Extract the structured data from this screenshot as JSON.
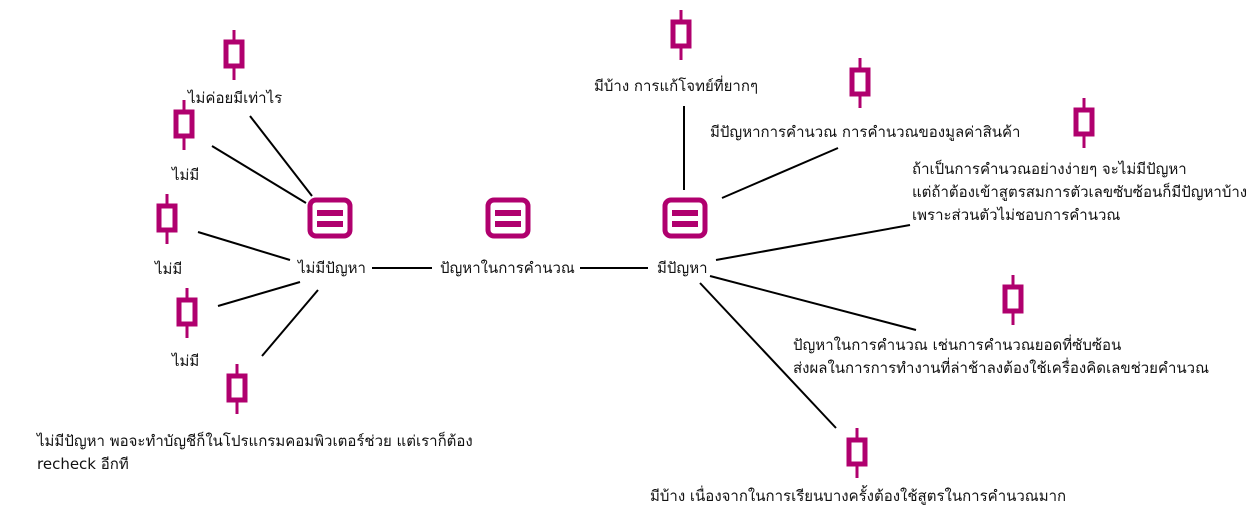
{
  "colors": {
    "accent": "#b0006e",
    "line": "#000000",
    "background": "#ffffff"
  },
  "center": {
    "label": "ปัญหาในการคำนวณ",
    "icon": "category-node-icon"
  },
  "hubs": {
    "no_problem": {
      "label": "ไม่มีปัญหา",
      "icon": "category-node-icon"
    },
    "has_problem": {
      "label": "มีปัญหา",
      "icon": "category-node-icon"
    }
  },
  "leaves": {
    "rarely": {
      "lines": [
        "ไม่ค่อยมีเท่าไร"
      ],
      "icon": "quote-node-icon"
    },
    "none1": {
      "lines": [
        "ไม่มี"
      ],
      "icon": "quote-node-icon"
    },
    "none2": {
      "lines": [
        "ไม่มี"
      ],
      "icon": "quote-node-icon"
    },
    "none3": {
      "lines": [
        "ไม่มี"
      ],
      "icon": "quote-node-icon"
    },
    "accounting": {
      "lines": [
        "ไม่มีปัญหา พอจะทำบัญชีก็ในโปรแกรมคอมพิวเตอร์ช่วย แต่เราก็ต้อง",
        "recheck อีกที"
      ],
      "icon": "quote-node-icon"
    },
    "some_hard": {
      "lines": [
        "มีบ้าง การแก้โจทย์ที่ยากๆ"
      ],
      "icon": "quote-node-icon"
    },
    "value_calc": {
      "lines": [
        "มีปัญหาการคำนวณ การคำนวณของมูลค่าสินค้า"
      ],
      "icon": "quote-node-icon"
    },
    "simple_calc": {
      "lines": [
        "ถ้าเป็นการคำนวณอย่างง่ายๆ จะไม่มีปัญหา",
        "แต่ถ้าต้องเข้าสูตรสมการตัวเลขซับซ้อนก็มีปัญหาบ้าง",
        "เพราะส่วนตัวไม่ชอบการคำนวณ"
      ],
      "icon": "quote-node-icon"
    },
    "complex_calc": {
      "lines": [
        "ปัญหาในการคำนวณ เช่นการคำนวณยอดที่ซับซ้อน",
        "ส่งผลในการการทำงานที่ล่าช้าลงต้องใช้เครื่องคิดเลขช่วยคำนวณ"
      ],
      "icon": "quote-node-icon"
    },
    "formulas": {
      "lines": [
        "มีบ้าง เนื่องจากในการเรียนบางครั้งต้องใช้สูตรในการคำนวณมาก"
      ],
      "icon": "quote-node-icon"
    }
  }
}
